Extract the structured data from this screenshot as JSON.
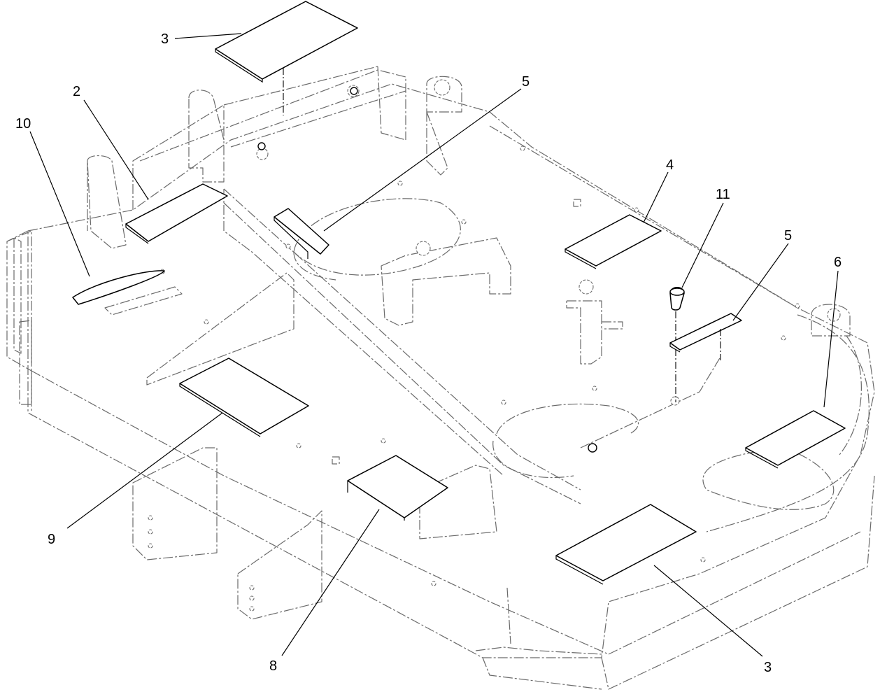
{
  "callouts": {
    "c3_top": "3",
    "c2": "2",
    "c10": "10",
    "c5_left": "5",
    "c4": "4",
    "c11": "11",
    "c5_right": "5",
    "c6": "6",
    "c9": "9",
    "c8": "8",
    "c3_bottom": "3"
  },
  "colors": {
    "decal_outline": "#000000",
    "deck_phantom_lines": "#6a6a6a",
    "background": "#ffffff"
  }
}
